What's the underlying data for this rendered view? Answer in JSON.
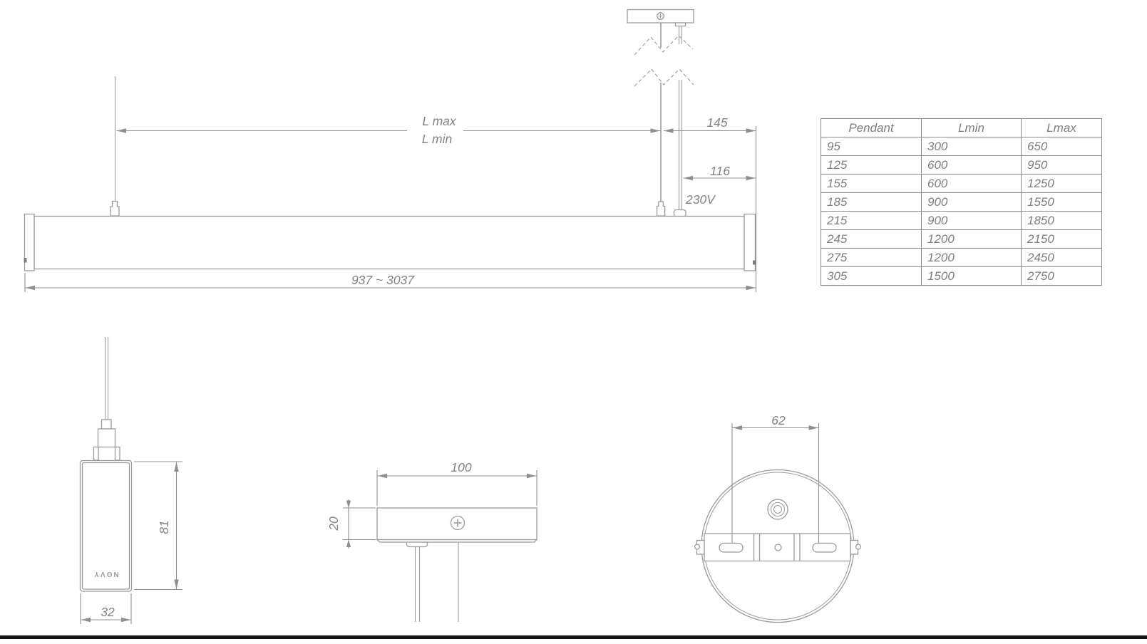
{
  "front_view": {
    "lmax_label": "L max",
    "lmin_label": "L min",
    "dim_right_suspension": "145",
    "dim_power_entry": "116",
    "voltage_label": "230V",
    "dim_overall_length": "937 ~ 3037"
  },
  "end_view": {
    "logo": "NOVY",
    "dim_height": "81",
    "dim_width": "32"
  },
  "bracket_view": {
    "dim_width": "100",
    "dim_thickness": "20"
  },
  "canopy_view": {
    "dim_slot_spacing": "62"
  },
  "table": {
    "headers": [
      "Pendant",
      "Lmin",
      "Lmax"
    ],
    "rows": [
      [
        "95",
        "300",
        "650"
      ],
      [
        "125",
        "600",
        "950"
      ],
      [
        "155",
        "600",
        "1250"
      ],
      [
        "185",
        "900",
        "1550"
      ],
      [
        "215",
        "900",
        "1850"
      ],
      [
        "245",
        "1200",
        "2150"
      ],
      [
        "275",
        "1200",
        "2450"
      ],
      [
        "305",
        "1500",
        "2750"
      ]
    ]
  }
}
